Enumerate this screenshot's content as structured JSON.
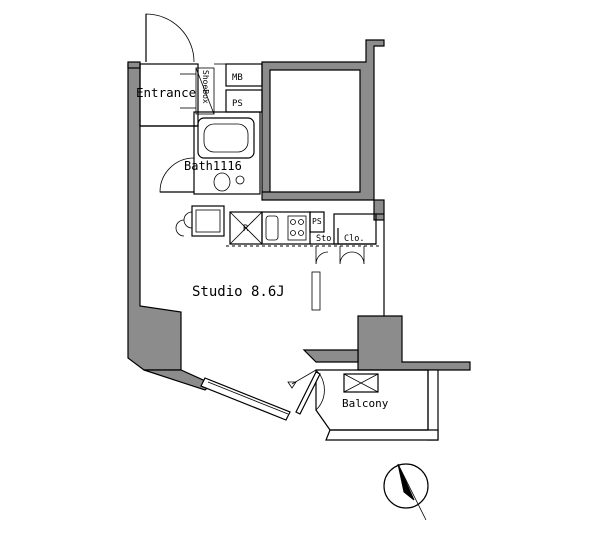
{
  "rooms": {
    "entrance": "Entrance",
    "shoebox": "ShoeBox",
    "mb": "MB",
    "ps_upper": "PS",
    "bath": "Bath1116",
    "r": "R",
    "ps_kitchen": "PS",
    "sto": "Sto.",
    "clo": "Clo.",
    "studio": "Studio 8.6J",
    "balcony": "Balcony"
  },
  "icons": {
    "compass": "north-arrow-icon"
  }
}
